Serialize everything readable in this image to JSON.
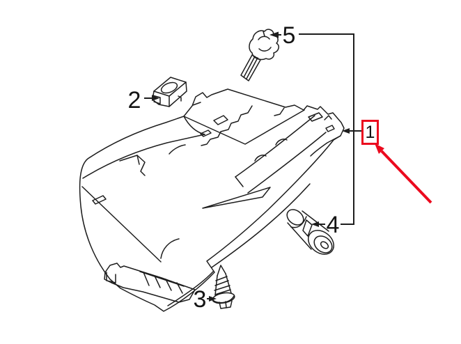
{
  "figure": {
    "background": "#ffffff",
    "line_color": "#1d1d1d",
    "label_color": "#141414",
    "accent_color": "#eb0a1e"
  },
  "callouts": {
    "c1": {
      "label": "1",
      "highlighted": true
    },
    "c2": {
      "label": "2",
      "highlighted": false
    },
    "c3": {
      "label": "3",
      "highlighted": false
    },
    "c4": {
      "label": "4",
      "highlighted": false
    },
    "c5": {
      "label": "5",
      "highlighted": false
    }
  }
}
